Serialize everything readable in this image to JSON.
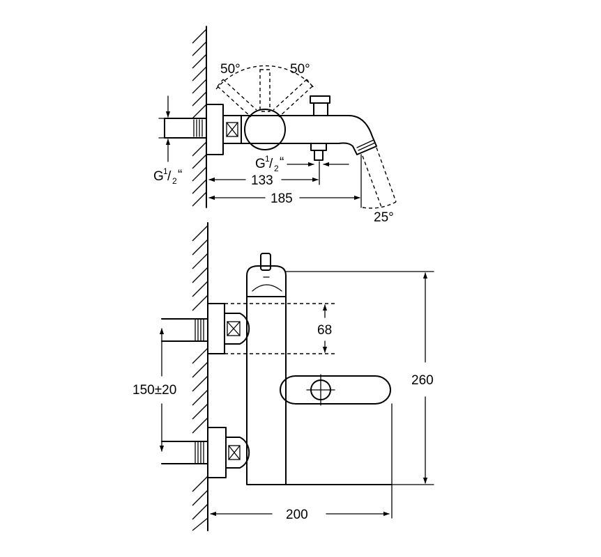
{
  "side_view": {
    "angle_left": "50°",
    "angle_right": "50°",
    "thread_left": {
      "prefix": "G",
      "num": "1",
      "den": "2",
      "mark": "“"
    },
    "thread_spout": {
      "prefix": "G",
      "num": "1",
      "den": "2",
      "mark": "“"
    },
    "dim_133": "133",
    "dim_185": "185",
    "angle_spout": "25°"
  },
  "front_view": {
    "dim_68": "68",
    "dim_centers": "150±20",
    "dim_height": "260",
    "dim_width": "200"
  }
}
